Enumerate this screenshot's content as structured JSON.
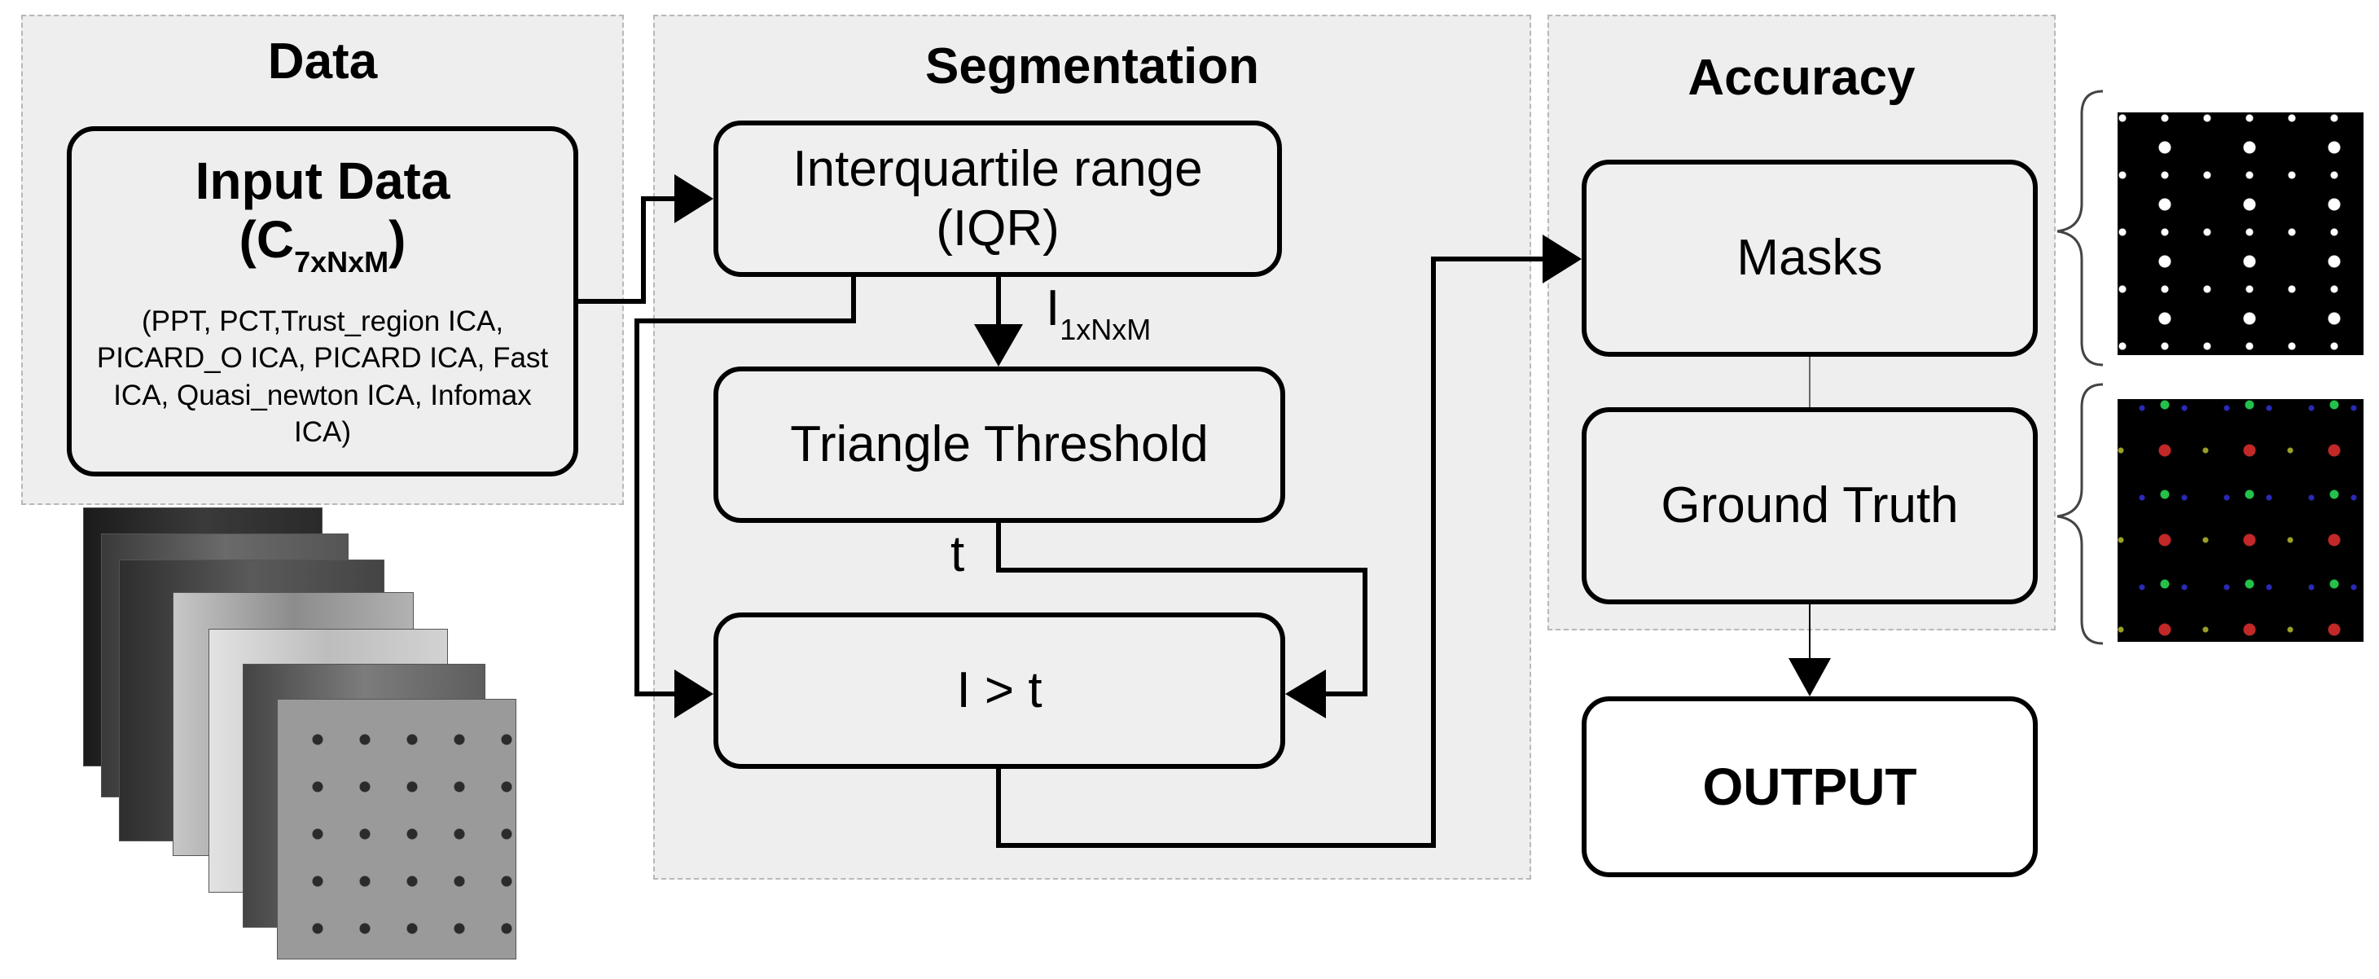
{
  "panels": {
    "data_title": "Data",
    "segmentation_title": "Segmentation",
    "accuracy_title": "Accuracy"
  },
  "input_box": {
    "title": "Input Data",
    "sub_open": "(C",
    "sub_index": "7xNxM",
    "sub_close": ")",
    "methods": "(PPT, PCT,Trust_region ICA, PICARD_O ICA, PICARD ICA, Fast ICA, Quasi_newton ICA, Infomax ICA)"
  },
  "segmentation": {
    "iqr_line1": "Interquartile range",
    "iqr_line2": "(IQR)",
    "triangle": "Triangle Threshold",
    "compare": "I > t",
    "edge_i": "I",
    "edge_i_index": "1xNxM",
    "edge_t": "t"
  },
  "accuracy": {
    "masks": "Masks",
    "ground_truth": "Ground Truth",
    "output": "OUTPUT"
  },
  "colors": {
    "panel_bg": "#eeeeee",
    "box_bg": "#efefef",
    "stroke": "#000000"
  }
}
